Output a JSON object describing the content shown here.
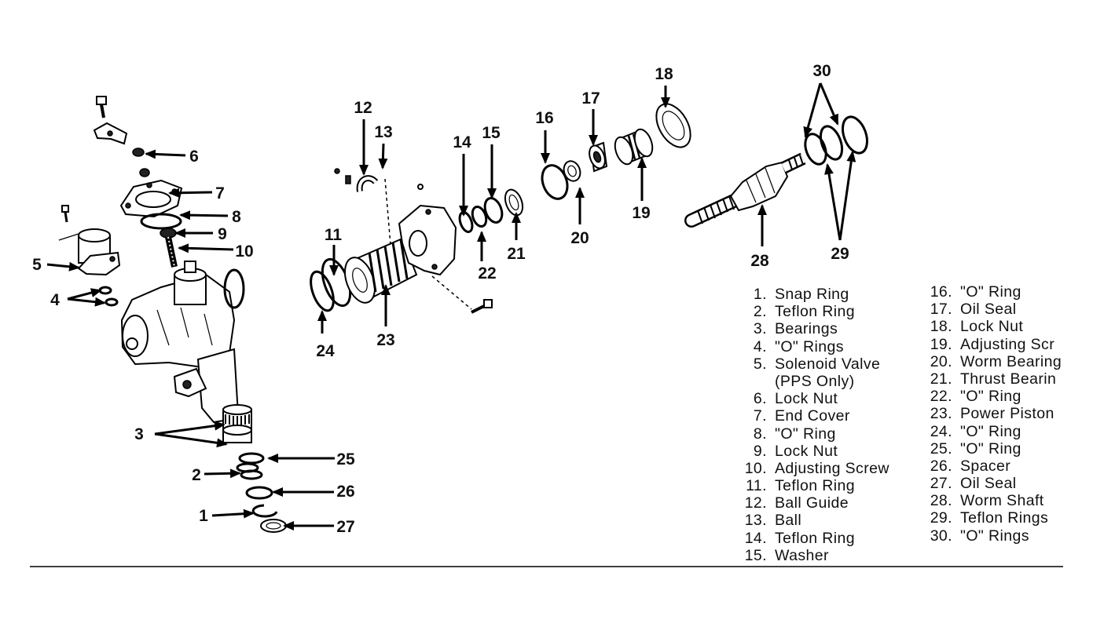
{
  "callouts": [
    "1",
    "2",
    "3",
    "4",
    "5",
    "6",
    "7",
    "8",
    "9",
    "10",
    "11",
    "12",
    "13",
    "14",
    "15",
    "16",
    "17",
    "18",
    "19",
    "20",
    "21",
    "22",
    "23",
    "24",
    "25",
    "26",
    "27",
    "28",
    "29",
    "30"
  ],
  "legend": {
    "col1": [
      {
        "num": "1.",
        "text": "Snap Ring"
      },
      {
        "num": "2.",
        "text": "Teflon Ring"
      },
      {
        "num": "3.",
        "text": "Bearings"
      },
      {
        "num": "4.",
        "text": "\"O\" Rings"
      },
      {
        "num": "5.",
        "text": "Solenoid Valve",
        "cont": "(PPS Only)"
      },
      {
        "num": "6.",
        "text": "Lock Nut"
      },
      {
        "num": "7.",
        "text": "End Cover"
      },
      {
        "num": "8.",
        "text": "\"O\" Ring"
      },
      {
        "num": "9.",
        "text": "Lock Nut"
      },
      {
        "num": "10.",
        "text": "Adjusting Screw"
      },
      {
        "num": "11.",
        "text": "Teflon Ring"
      },
      {
        "num": "12.",
        "text": "Ball Guide"
      },
      {
        "num": "13.",
        "text": "Ball"
      },
      {
        "num": "14.",
        "text": "Teflon Ring"
      },
      {
        "num": "15.",
        "text": "Washer"
      }
    ],
    "col2": [
      {
        "num": "16.",
        "text": "\"O\" Ring"
      },
      {
        "num": "17.",
        "text": "Oil Seal"
      },
      {
        "num": "18.",
        "text": "Lock Nut"
      },
      {
        "num": "19.",
        "text": "Adjusting Scr"
      },
      {
        "num": "20.",
        "text": "Worm Bearing"
      },
      {
        "num": "21.",
        "text": "Thrust Bearin"
      },
      {
        "num": "22.",
        "text": "\"O\" Ring"
      },
      {
        "num": "23.",
        "text": "Power Piston"
      },
      {
        "num": "24.",
        "text": "\"O\" Ring"
      },
      {
        "num": "25.",
        "text": "\"O\" Ring"
      },
      {
        "num": "26.",
        "text": "Spacer"
      },
      {
        "num": "27.",
        "text": "Oil Seal"
      },
      {
        "num": "28.",
        "text": "Worm Shaft"
      },
      {
        "num": "29.",
        "text": "Teflon Rings"
      },
      {
        "num": "30.",
        "text": "\"O\" Rings"
      }
    ]
  }
}
